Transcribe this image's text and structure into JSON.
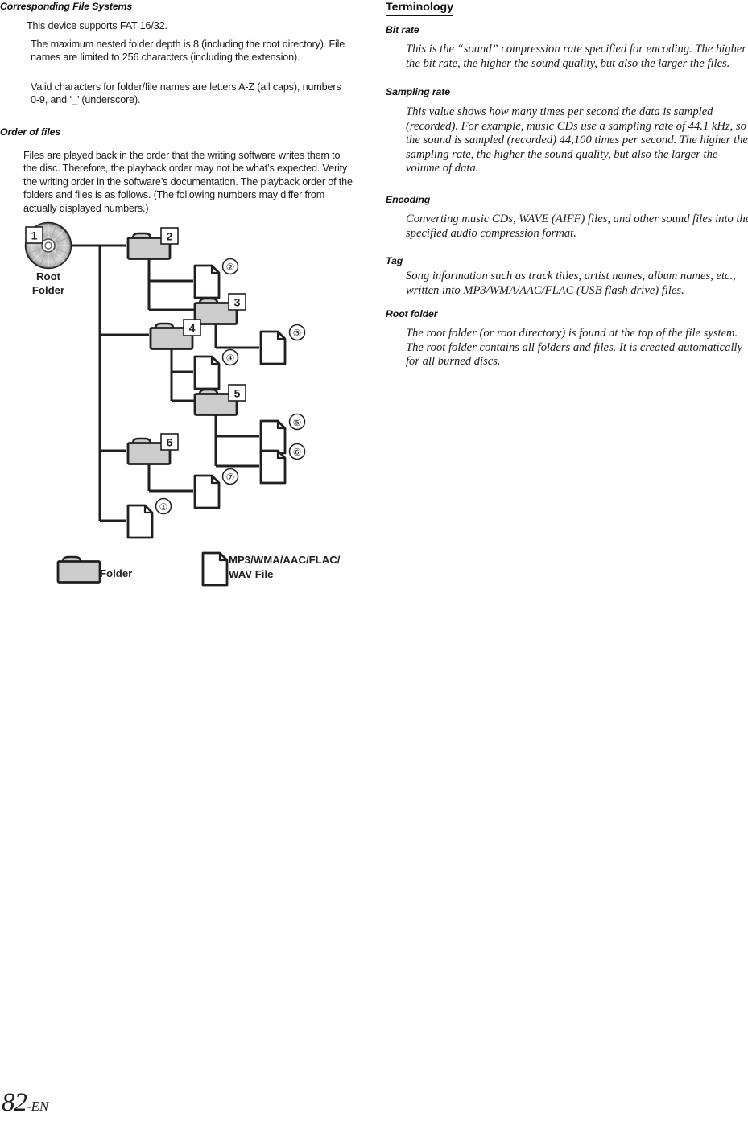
{
  "page": {
    "number": "82",
    "suffix": "-EN"
  },
  "left_column": {
    "section1": {
      "heading": "Corresponding File Systems",
      "paragraphs": [
        "This device supports FAT 16/32.",
        "The maximum nested folder depth is 8 (including the root directory). File names are limited to 256 characters (including the extension).",
        "Valid characters for folder/file names are letters A-Z (all caps), numbers 0-9, and ‘_’ (underscore)."
      ]
    },
    "section2": {
      "heading": "Order of files",
      "paragraphs": [
        "Files are played back in the order that the writing software writes them to the disc. Therefore, the playback order may not be what’s expected. Verity the writing order in the software’s documentation. The playback order of the folders and files is as follows. (The following numbers may differ from actually displayed numbers.)"
      ]
    }
  },
  "diagram": {
    "root_label_line1": "Root",
    "root_label_line2": "Folder",
    "folder_badges": [
      "1",
      "2",
      "3",
      "4",
      "5",
      "6"
    ],
    "file_badges": [
      "①",
      "②",
      "③",
      "④",
      "⑤",
      "⑥",
      "⑦"
    ],
    "legend": {
      "folder_label": "Folder",
      "file_label_line1": "MP3/WMA/AAC/FLAC/",
      "file_label_line2": "WAV File"
    },
    "colors": {
      "folder_fill": "#cccccc",
      "outline": "#231f20",
      "file_fill": "#ffffff"
    },
    "nodes": [
      {
        "id": "n1",
        "type": "disc",
        "badge": "1",
        "label": "Root Folder",
        "level": 0
      },
      {
        "id": "n2",
        "type": "folder",
        "badge": "2",
        "level": 1
      },
      {
        "id": "f2",
        "type": "file",
        "badge": "②",
        "level": 2
      },
      {
        "id": "n3",
        "type": "folder",
        "badge": "3",
        "level": 2
      },
      {
        "id": "f3",
        "type": "file",
        "badge": "③",
        "level": 3
      },
      {
        "id": "n4",
        "type": "folder",
        "badge": "4",
        "level": 1
      },
      {
        "id": "f4",
        "type": "file",
        "badge": "④",
        "level": 2
      },
      {
        "id": "n5",
        "type": "folder",
        "badge": "5",
        "level": 2
      },
      {
        "id": "f5",
        "type": "file",
        "badge": "⑤",
        "level": 3
      },
      {
        "id": "f6",
        "type": "file",
        "badge": "⑥",
        "level": 3
      },
      {
        "id": "n6",
        "type": "folder",
        "badge": "6",
        "level": 1
      },
      {
        "id": "f7",
        "type": "file",
        "badge": "⑦",
        "level": 2
      },
      {
        "id": "f1",
        "type": "file",
        "badge": "①",
        "level": 1
      }
    ]
  },
  "right_column": {
    "title": "Terminology",
    "terms": [
      {
        "term": "Bit rate",
        "definition": "This is the “sound” compression rate specified for encoding. The higher the bit rate, the higher the sound quality, but also the larger the files."
      },
      {
        "term": "Sampling rate",
        "definition": "This value shows how many times per second the data is sampled (recorded). For example, music CDs use a sampling rate of 44.1 kHz, so the sound is sampled (recorded) 44,100 times per second. The higher the sampling rate, the higher the sound quality, but also the larger the volume of data."
      },
      {
        "term": "Encoding",
        "definition": "Converting music CDs, WAVE (AIFF) files, and other sound files into the specified audio compression format."
      },
      {
        "term": "Tag",
        "definition": "Song information such as track titles, artist names, album names, etc., written into MP3/WMA/AAC/FLAC (USB flash drive) files."
      },
      {
        "term": "Root folder",
        "definition": "The root folder (or root directory) is found at the top of the file system. The root folder contains all folders and files. It is created automatically for all burned discs."
      }
    ]
  }
}
